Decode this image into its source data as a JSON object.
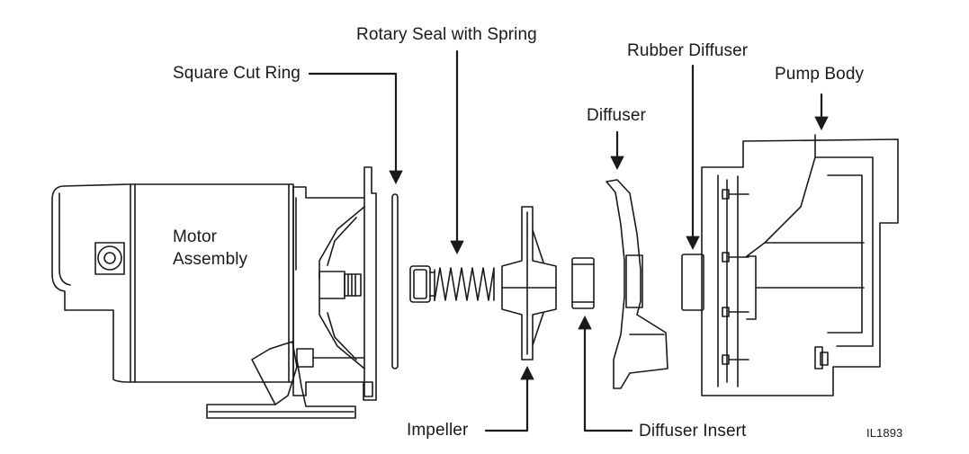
{
  "labels": {
    "rotary_seal": "Rotary Seal with Spring",
    "square_cut_ring": "Square Cut Ring",
    "rubber_diffuser": "Rubber Diffuser",
    "pump_body": "Pump Body",
    "diffuser": "Diffuser",
    "motor_assembly": "Motor Assembly",
    "impeller": "Impeller",
    "diffuser_insert": "Diffuser Insert",
    "figure_id": "IL1893"
  },
  "colors": {
    "line": "#1a1a1a",
    "background": "#ffffff"
  }
}
